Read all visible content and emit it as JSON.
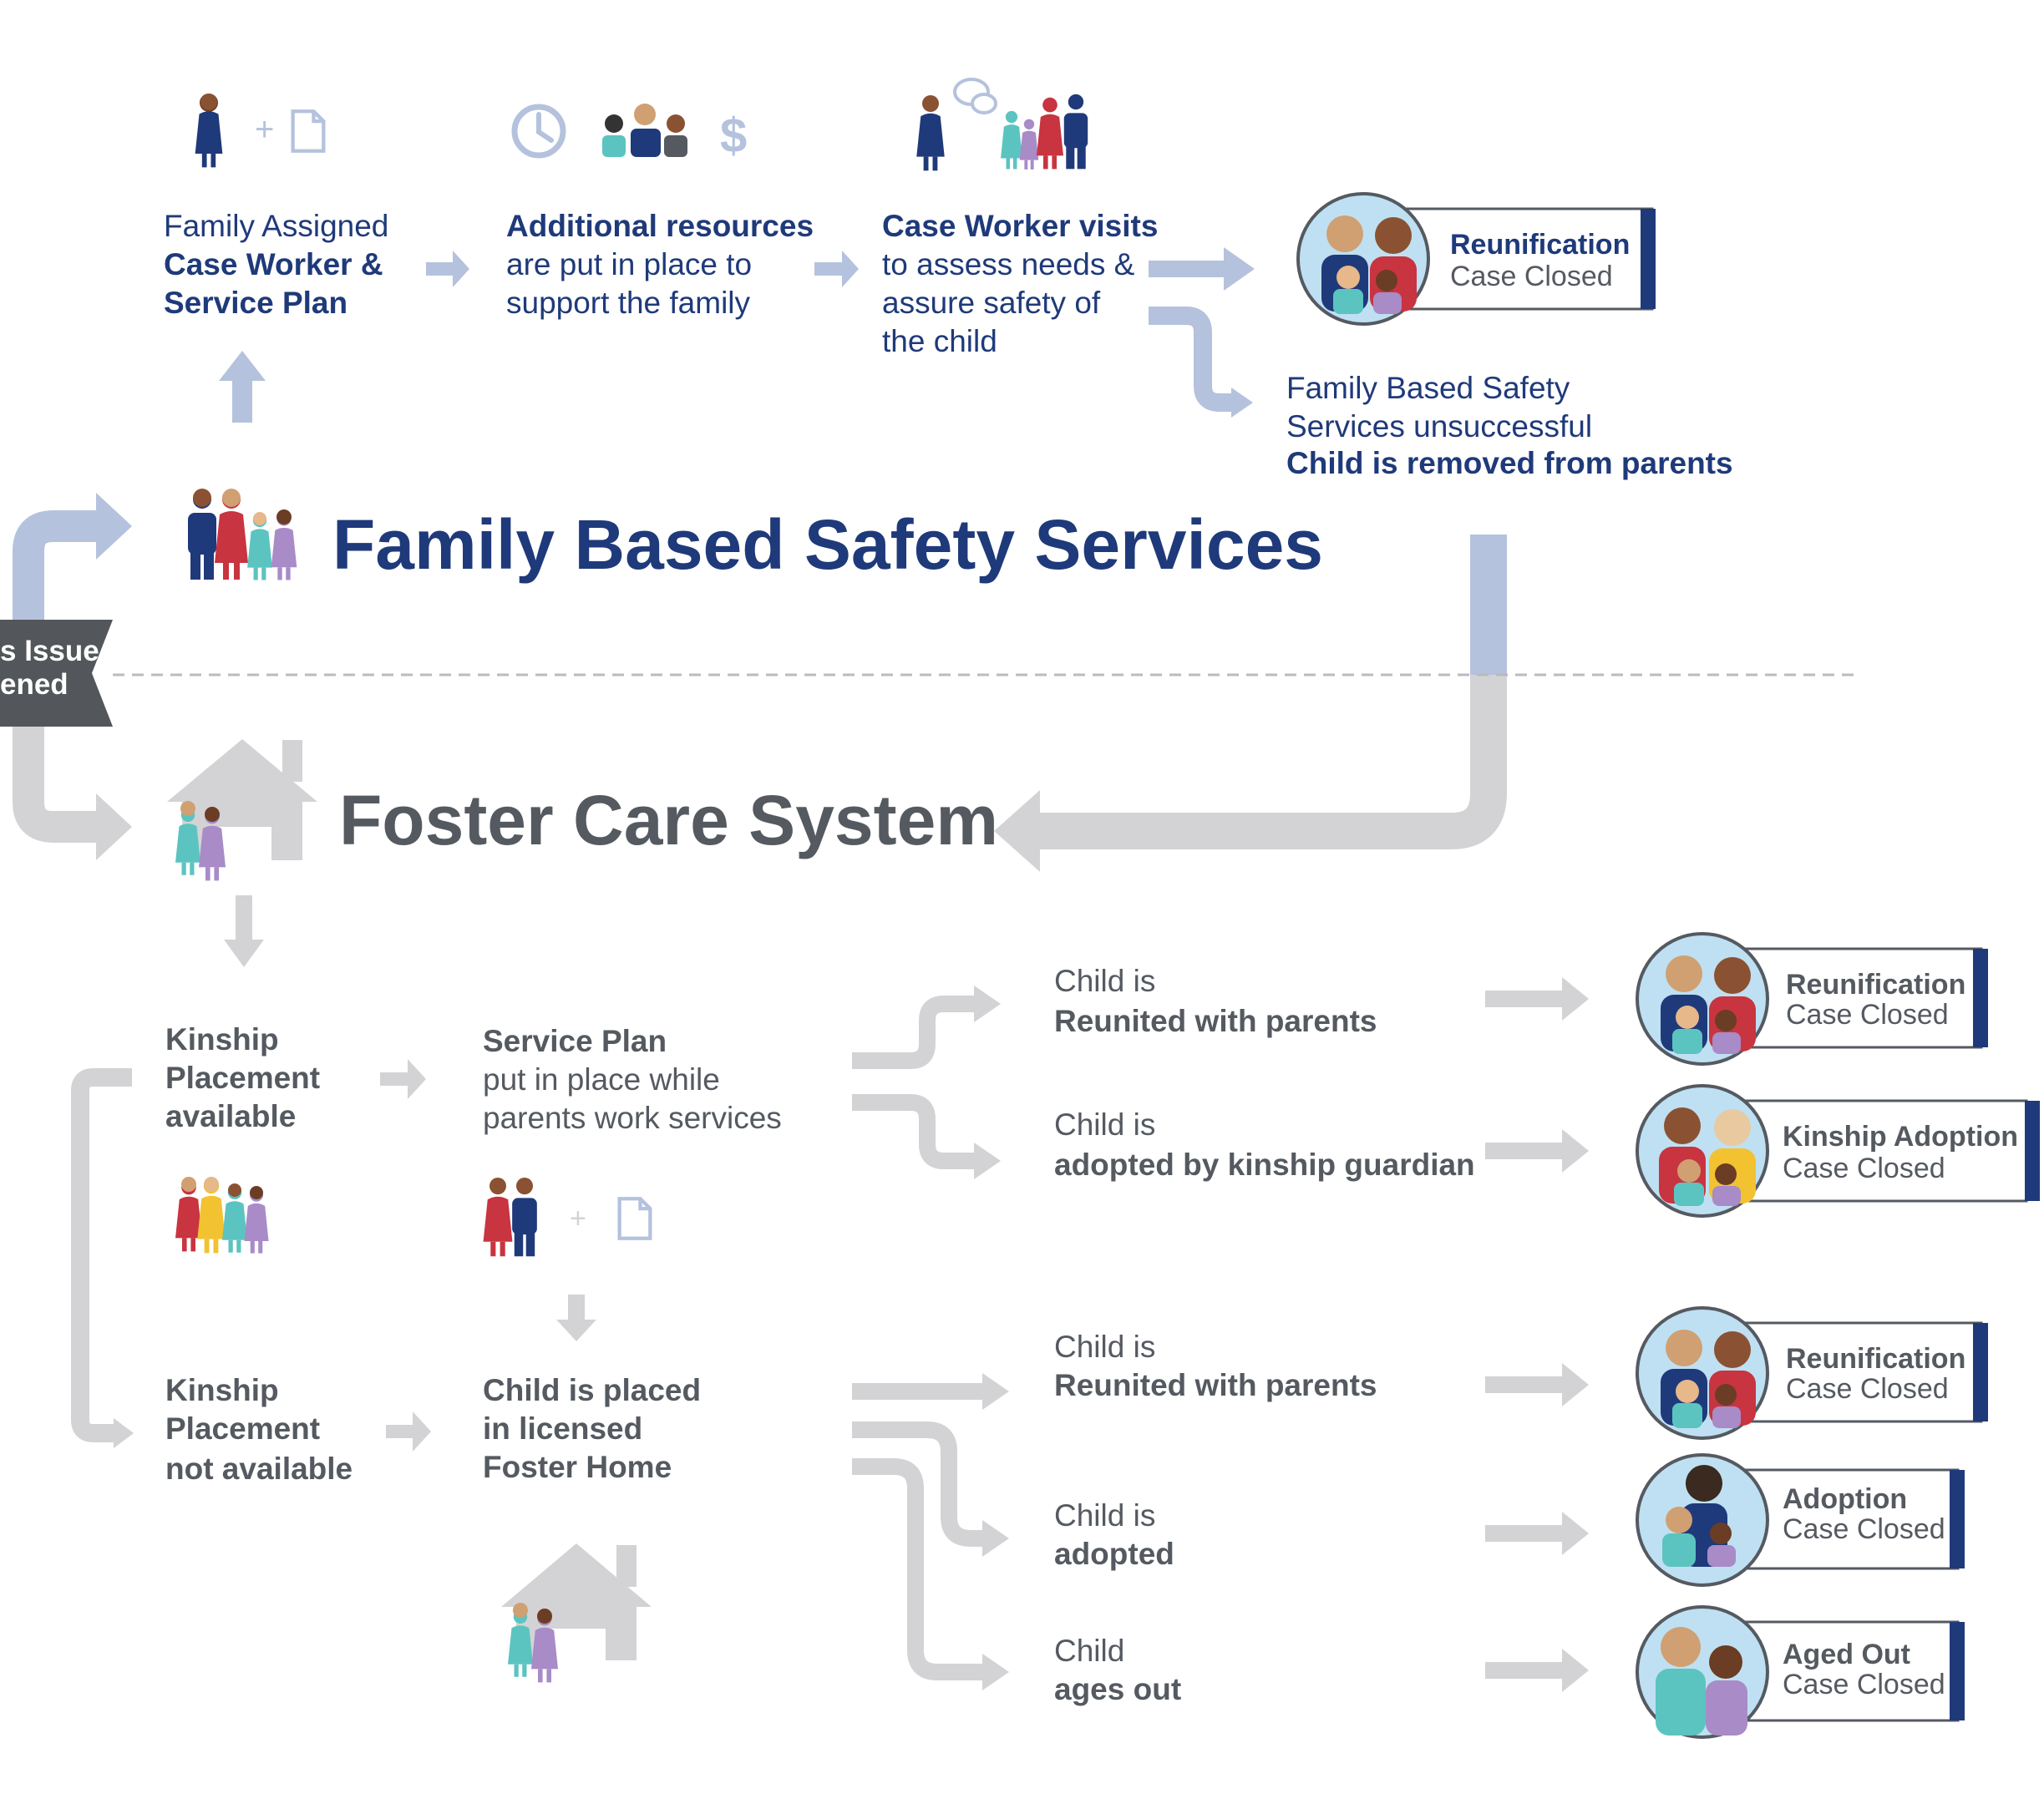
{
  "colors": {
    "navy": "#1f3a7a",
    "light_blue_arrow": "#b4c2dd",
    "grey_arrow": "#d3d3d5",
    "dark_grey_text": "#555a61",
    "banner": "#53565a",
    "badge_bg": "#bfe0f2"
  },
  "banner": {
    "line1": "s Issue",
    "line2": "ened"
  },
  "fbss": {
    "title": "Family Based Safety Services",
    "step1": {
      "line1": "Family Assigned",
      "line2": "Case Worker &",
      "line3": "Service Plan"
    },
    "step2": {
      "line1": "Additional resources",
      "line2": "are put in place to",
      "line3": "support the family"
    },
    "step3": {
      "line1": "Case Worker visits",
      "line2": "to assess needs &",
      "line3": "assure safety of",
      "line4": "the child"
    },
    "unsuccessful": {
      "line1": "Family Based Safety",
      "line2": "Services unsuccessful",
      "line3": "Child is removed from parents"
    },
    "outcome": {
      "title": "Reunification",
      "subtitle": "Case Closed"
    }
  },
  "foster": {
    "title": "Foster Care System",
    "kinship_available": {
      "line1": "Kinship",
      "line2": "Placement",
      "line3": "available"
    },
    "kinship_not_available": {
      "line1": "Kinship",
      "line2": "Placement",
      "line3": "not available"
    },
    "service_plan": {
      "line1": "Service Plan",
      "line2": "put in place while",
      "line3": "parents work services"
    },
    "placed": {
      "line1": "Child is placed",
      "line2": "in licensed",
      "line3": "Foster Home"
    },
    "paths": [
      {
        "line1": "Child is",
        "line2": "Reunited with parents"
      },
      {
        "line1": "Child is",
        "line2": "adopted by kinship guardian"
      },
      {
        "line1": "Child is",
        "line2": "Reunited with parents"
      },
      {
        "line1": "Child is",
        "line2": "adopted"
      },
      {
        "line1": "Child",
        "line2": "ages out"
      }
    ],
    "outcomes": [
      {
        "title": "Reunification",
        "subtitle": "Case Closed"
      },
      {
        "title": "Kinship Adoption",
        "subtitle": "Case Closed"
      },
      {
        "title": "Reunification",
        "subtitle": "Case Closed"
      },
      {
        "title": "Adoption",
        "subtitle": "Case Closed"
      },
      {
        "title": "Aged Out",
        "subtitle": "Case Closed"
      }
    ]
  }
}
